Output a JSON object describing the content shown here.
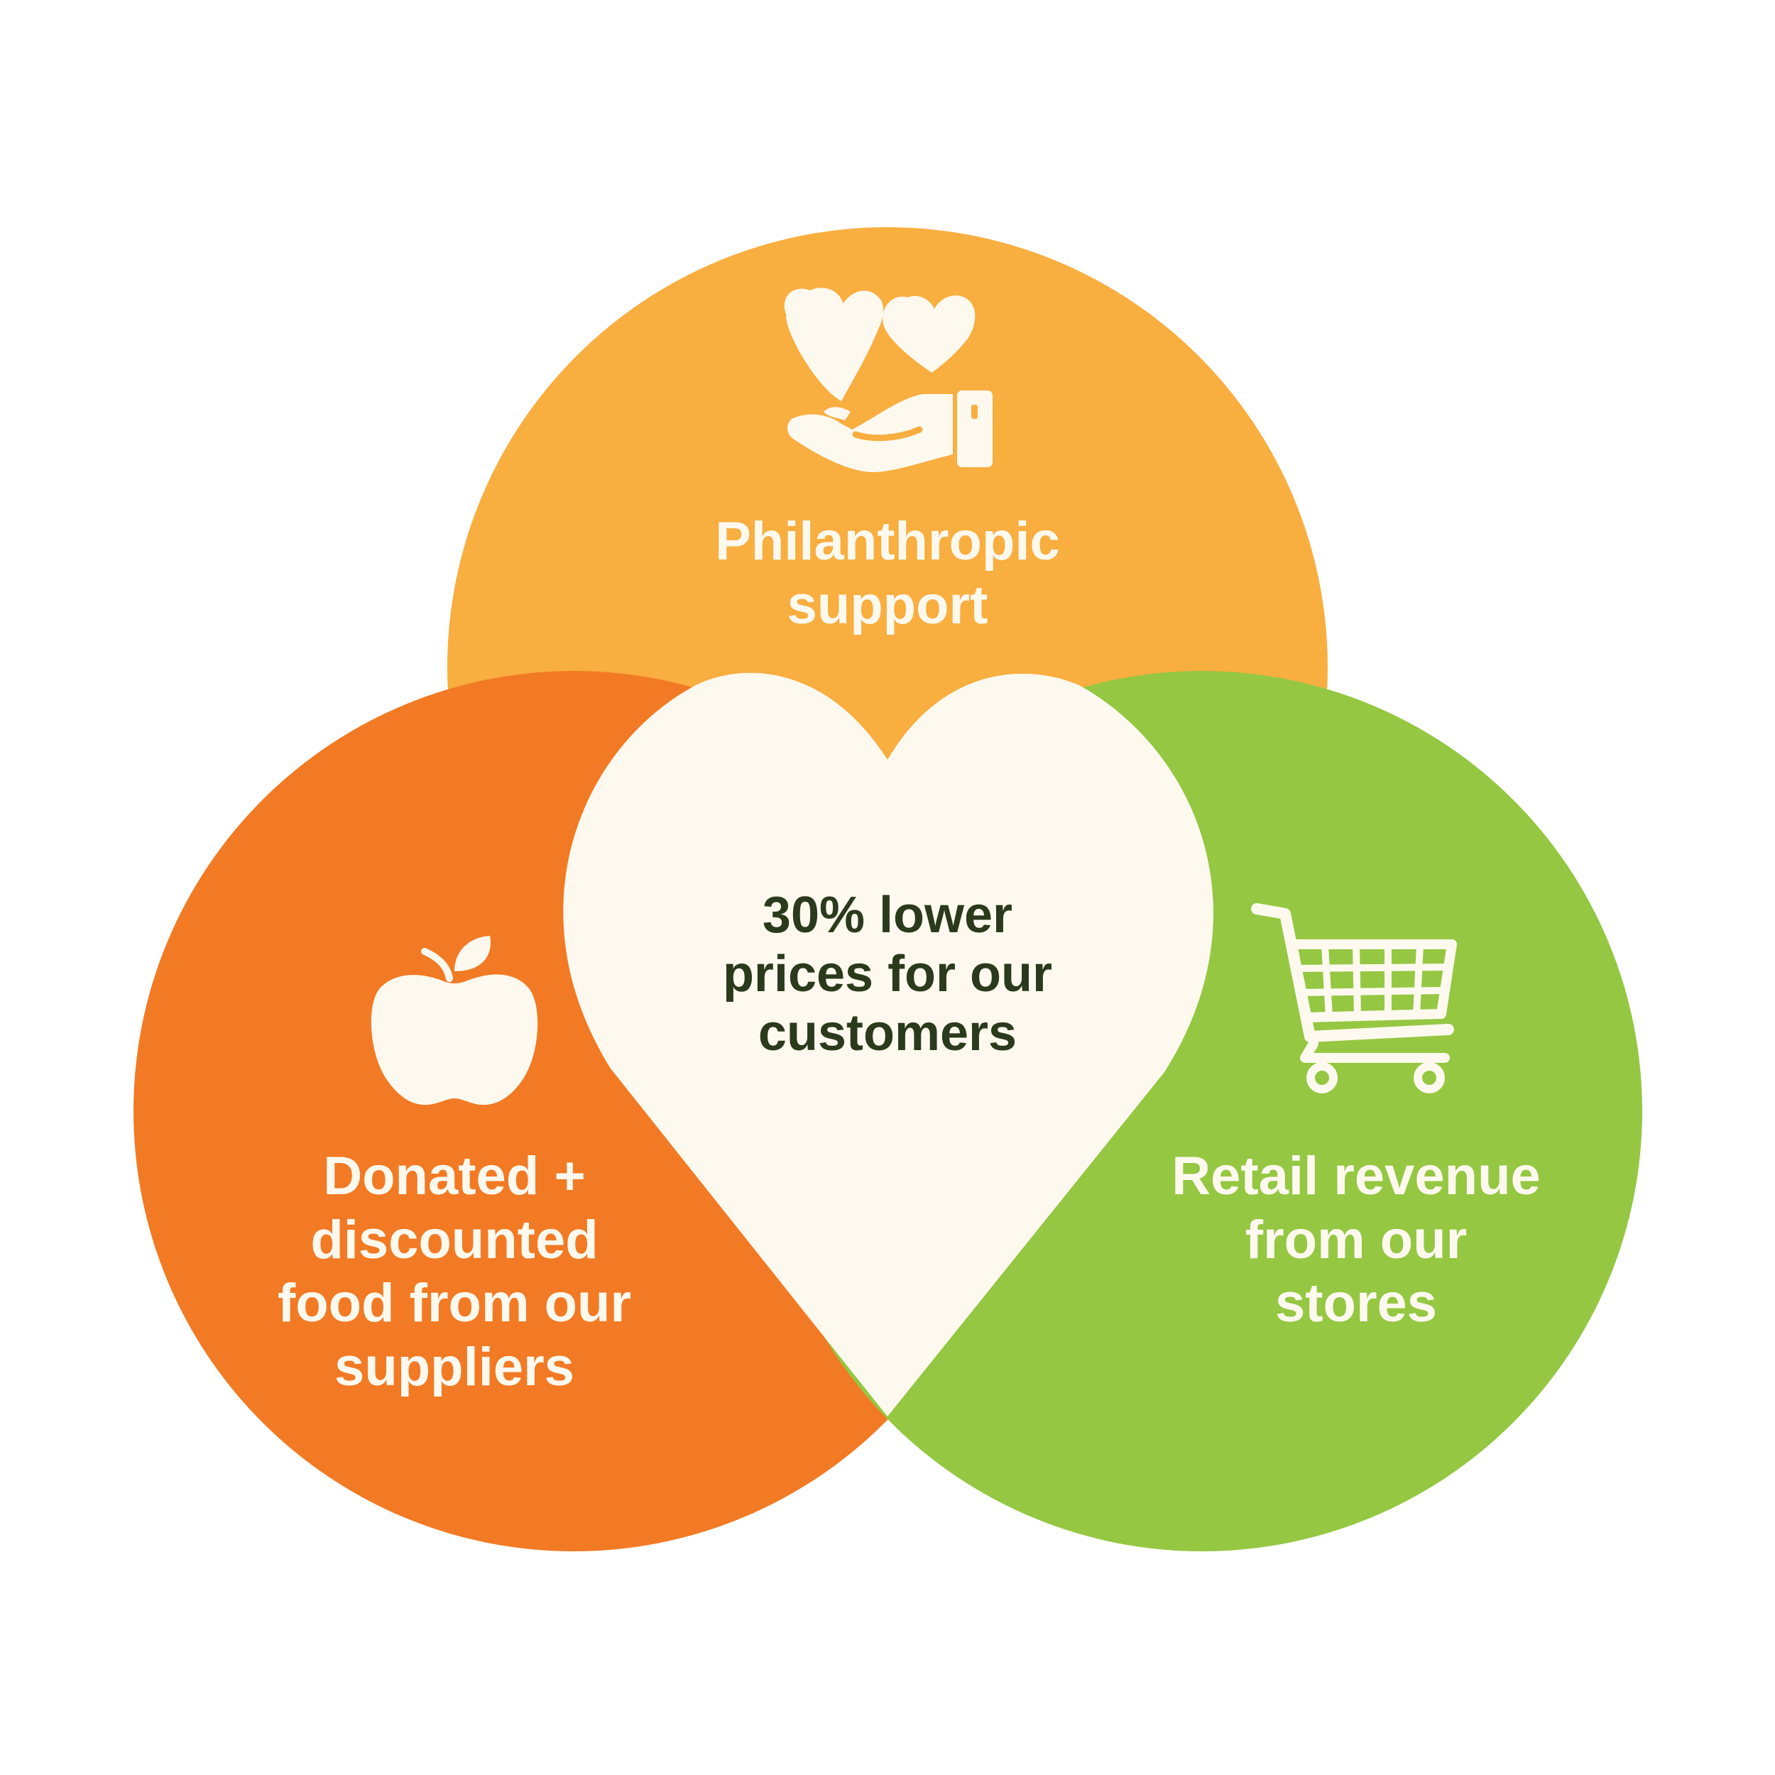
{
  "colors": {
    "top_circle": "#f9ae40",
    "left_circle": "#f27a24",
    "right_circle": "#95c742",
    "heart": "#fdf9ee",
    "light_text": "#fdf9ee",
    "dark_text": "#2b3a1c"
  },
  "top": {
    "label": "Philanthropic\nsupport",
    "icon": "hand-with-hearts-icon"
  },
  "left": {
    "label": "Donated +\ndiscounted\nfood from our\nsuppliers",
    "icon": "apple-icon"
  },
  "right": {
    "label": "Retail revenue\nfrom our\nstores",
    "icon": "shopping-cart-icon"
  },
  "center": {
    "label": "30% lower\nprices for our\ncustomers",
    "icon": "heart-shape"
  }
}
